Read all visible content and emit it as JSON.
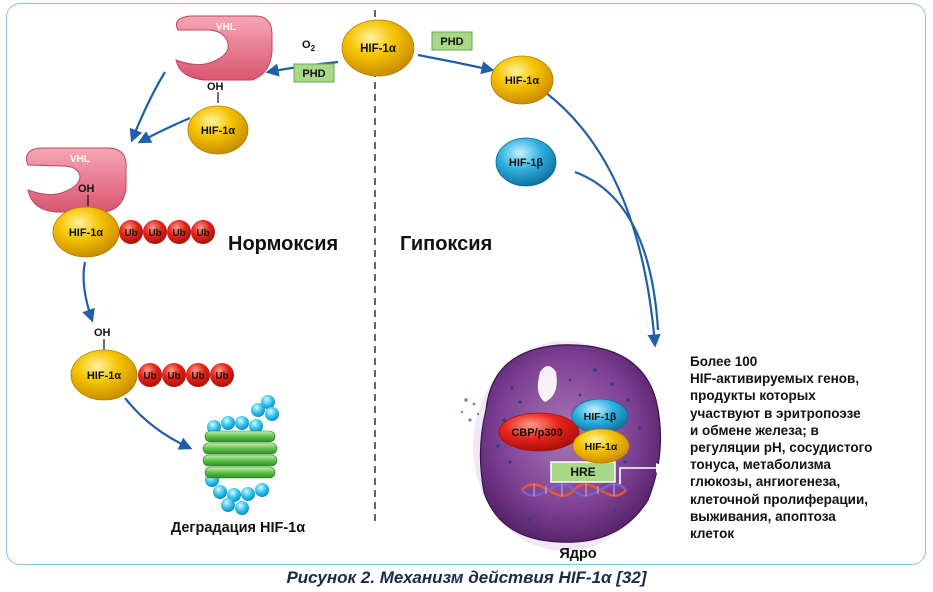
{
  "labels": {
    "normoxia": "Нормоксия",
    "hypoxia": "Гипоксия",
    "degradation": "Деградация HIF-1α",
    "nucleus": "Ядро",
    "o2": "O",
    "o2_sub": "2",
    "oh": "OH",
    "vhl": "VHL",
    "phd": "PHD",
    "hif1a": "HIF-1α",
    "hif1b": "HIF-1β",
    "ub": "Ub",
    "cbp": "CBP/p300",
    "hre": "HRE"
  },
  "gene_text": [
    "Более 100",
    "HIF-активируемых генов,",
    "продукты которых",
    "участвуют в эритропоэзе",
    "и обмене железа;  в",
    "регуляции pH, сосудистого",
    "тонуса, метаболизма",
    "глюкозы, ангиогенеза,",
    "клеточной пролиферации,",
    "выживания, апоптоза",
    "клеток"
  ],
  "caption": "Рисунок 2. Механизм действия HIF-1α [32]",
  "colors": {
    "hif1a": "#f2b800",
    "hif1b": "#2aa7d8",
    "vhl": "#e8758c",
    "ub": "#e2231a",
    "phd_box": "#a8d888",
    "arrow": "#1f5fa8",
    "nucleus": "#7a3f8c",
    "proteasome_green": "#4cae3c",
    "proteasome_cyan": "#2ac0e8"
  }
}
